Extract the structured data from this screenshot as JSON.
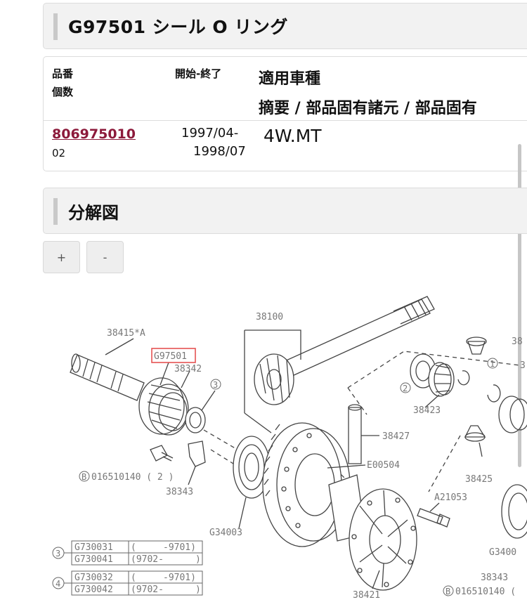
{
  "header": {
    "title": "G97501 シール O リング"
  },
  "parts_table": {
    "headers": {
      "part_no": "品番",
      "qty": "個数",
      "period": "開始-終了",
      "model": "適用車種",
      "summary": "摘要 / 部品固有諸元 / 部品固有"
    },
    "rows": [
      {
        "part_no": "806975010",
        "qty": "02",
        "period_start": "1997/04-",
        "period_end": "1998/07",
        "model": "4W.MT"
      }
    ]
  },
  "diagram": {
    "title": "分解図",
    "zoom_in_label": "+",
    "zoom_out_label": "-",
    "labels": {
      "l38100": "38100",
      "l38415": "38415*A",
      "lG97501": "G97501",
      "l38342": "38342",
      "c3": "3",
      "c1": "1",
      "c2": "2",
      "l38423": "38423",
      "l38427": "38427",
      "lE00504": "E00504",
      "l38425": "38425",
      "lA21053": "A21053",
      "bolt": "016510140 ( 2  )",
      "l38343": "38343",
      "lG34003": "G34003",
      "lG34003b": "G3400",
      "l38343b": "38343",
      "bolt2": "016510140 (",
      "l38421": "38421",
      "l38r": "38",
      "l3r": "3",
      "bref": "B",
      "bref2": "B"
    },
    "legend": [
      {
        "circle": "3",
        "rows": [
          {
            "part": "G730031",
            "range_start": "(",
            "range_end": "-9701)"
          },
          {
            "part": "G730041",
            "range_start": "(9702-",
            "range_end": ")"
          }
        ]
      },
      {
        "circle": "4",
        "rows": [
          {
            "part": "G730032",
            "range_start": "(",
            "range_end": "-9701)"
          },
          {
            "part": "G730042",
            "range_start": "(9702-",
            "range_end": ")"
          }
        ]
      }
    ],
    "highlight_color": "#e55353"
  }
}
